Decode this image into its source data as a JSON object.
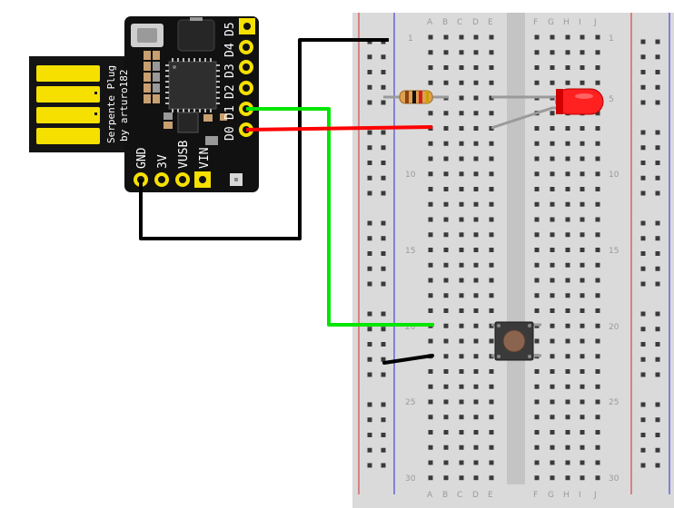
{
  "breadboard": {
    "columns_left": [
      "A",
      "B",
      "C",
      "D",
      "E"
    ],
    "columns_right": [
      "F",
      "G",
      "H",
      "I",
      "J"
    ],
    "row_numbers": [
      "1",
      "5",
      "10",
      "15",
      "20",
      "25",
      "30"
    ]
  },
  "board": {
    "name_line1": "Serpente Plug",
    "name_line2": "by arturo182",
    "right_pins": [
      "D5",
      "D4",
      "D3",
      "D2",
      "D1",
      "D0"
    ],
    "bottom_pins": [
      "GND",
      "3V",
      "VUSB",
      "VIN"
    ]
  },
  "colors": {
    "wire_green": "#00e600",
    "wire_red": "#ff0000",
    "wire_black": "#000000",
    "rail_red": "#d84848",
    "rail_blue": "#4848d8",
    "led": "#ff2020",
    "board": "#111111",
    "usb_contact": "#f5e000"
  }
}
